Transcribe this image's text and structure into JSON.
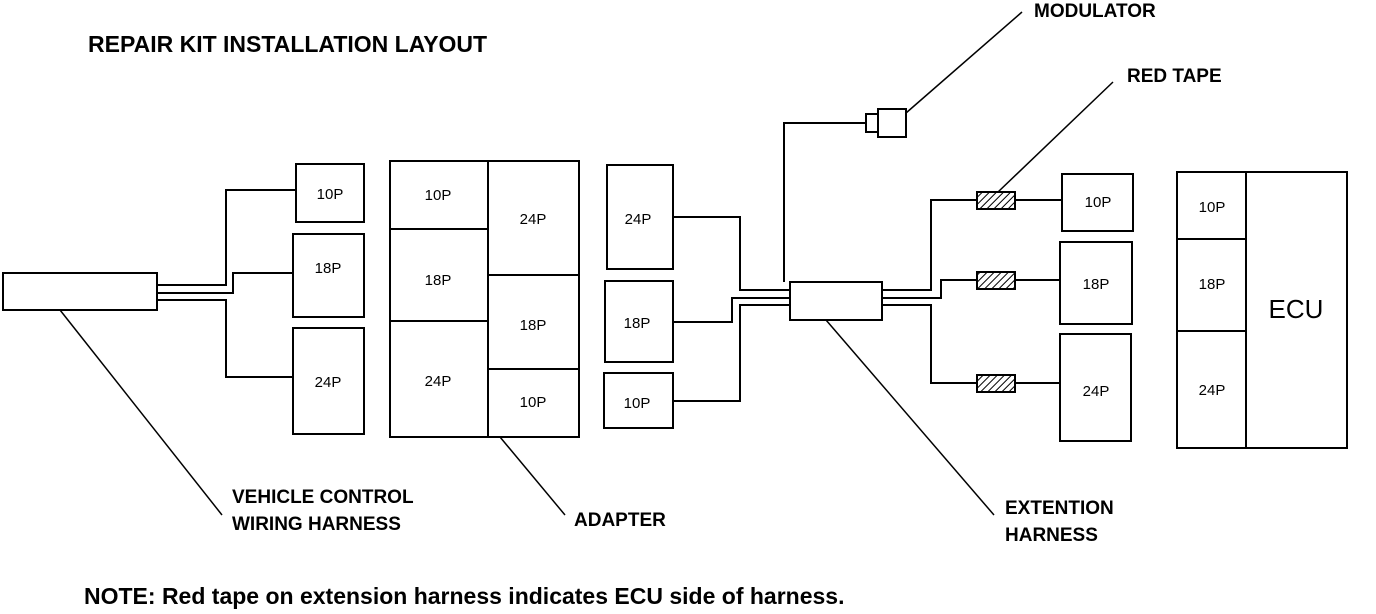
{
  "title": "REPAIR KIT INSTALLATION LAYOUT",
  "labels": {
    "modulator": "MODULATOR",
    "red_tape": "RED TAPE",
    "vehicle_harness_line1": "VEHICLE CONTROL",
    "vehicle_harness_line2": "WIRING HARNESS",
    "adapter": "ADAPTER",
    "extension_line1": "EXTENTION",
    "extension_line2": "HARNESS"
  },
  "connectors": {
    "p10": "10P",
    "p18": "18P",
    "p24": "24P"
  },
  "ecu": "ECU",
  "note": "NOTE:  Red tape on extension harness indicates ECU side of harness."
}
